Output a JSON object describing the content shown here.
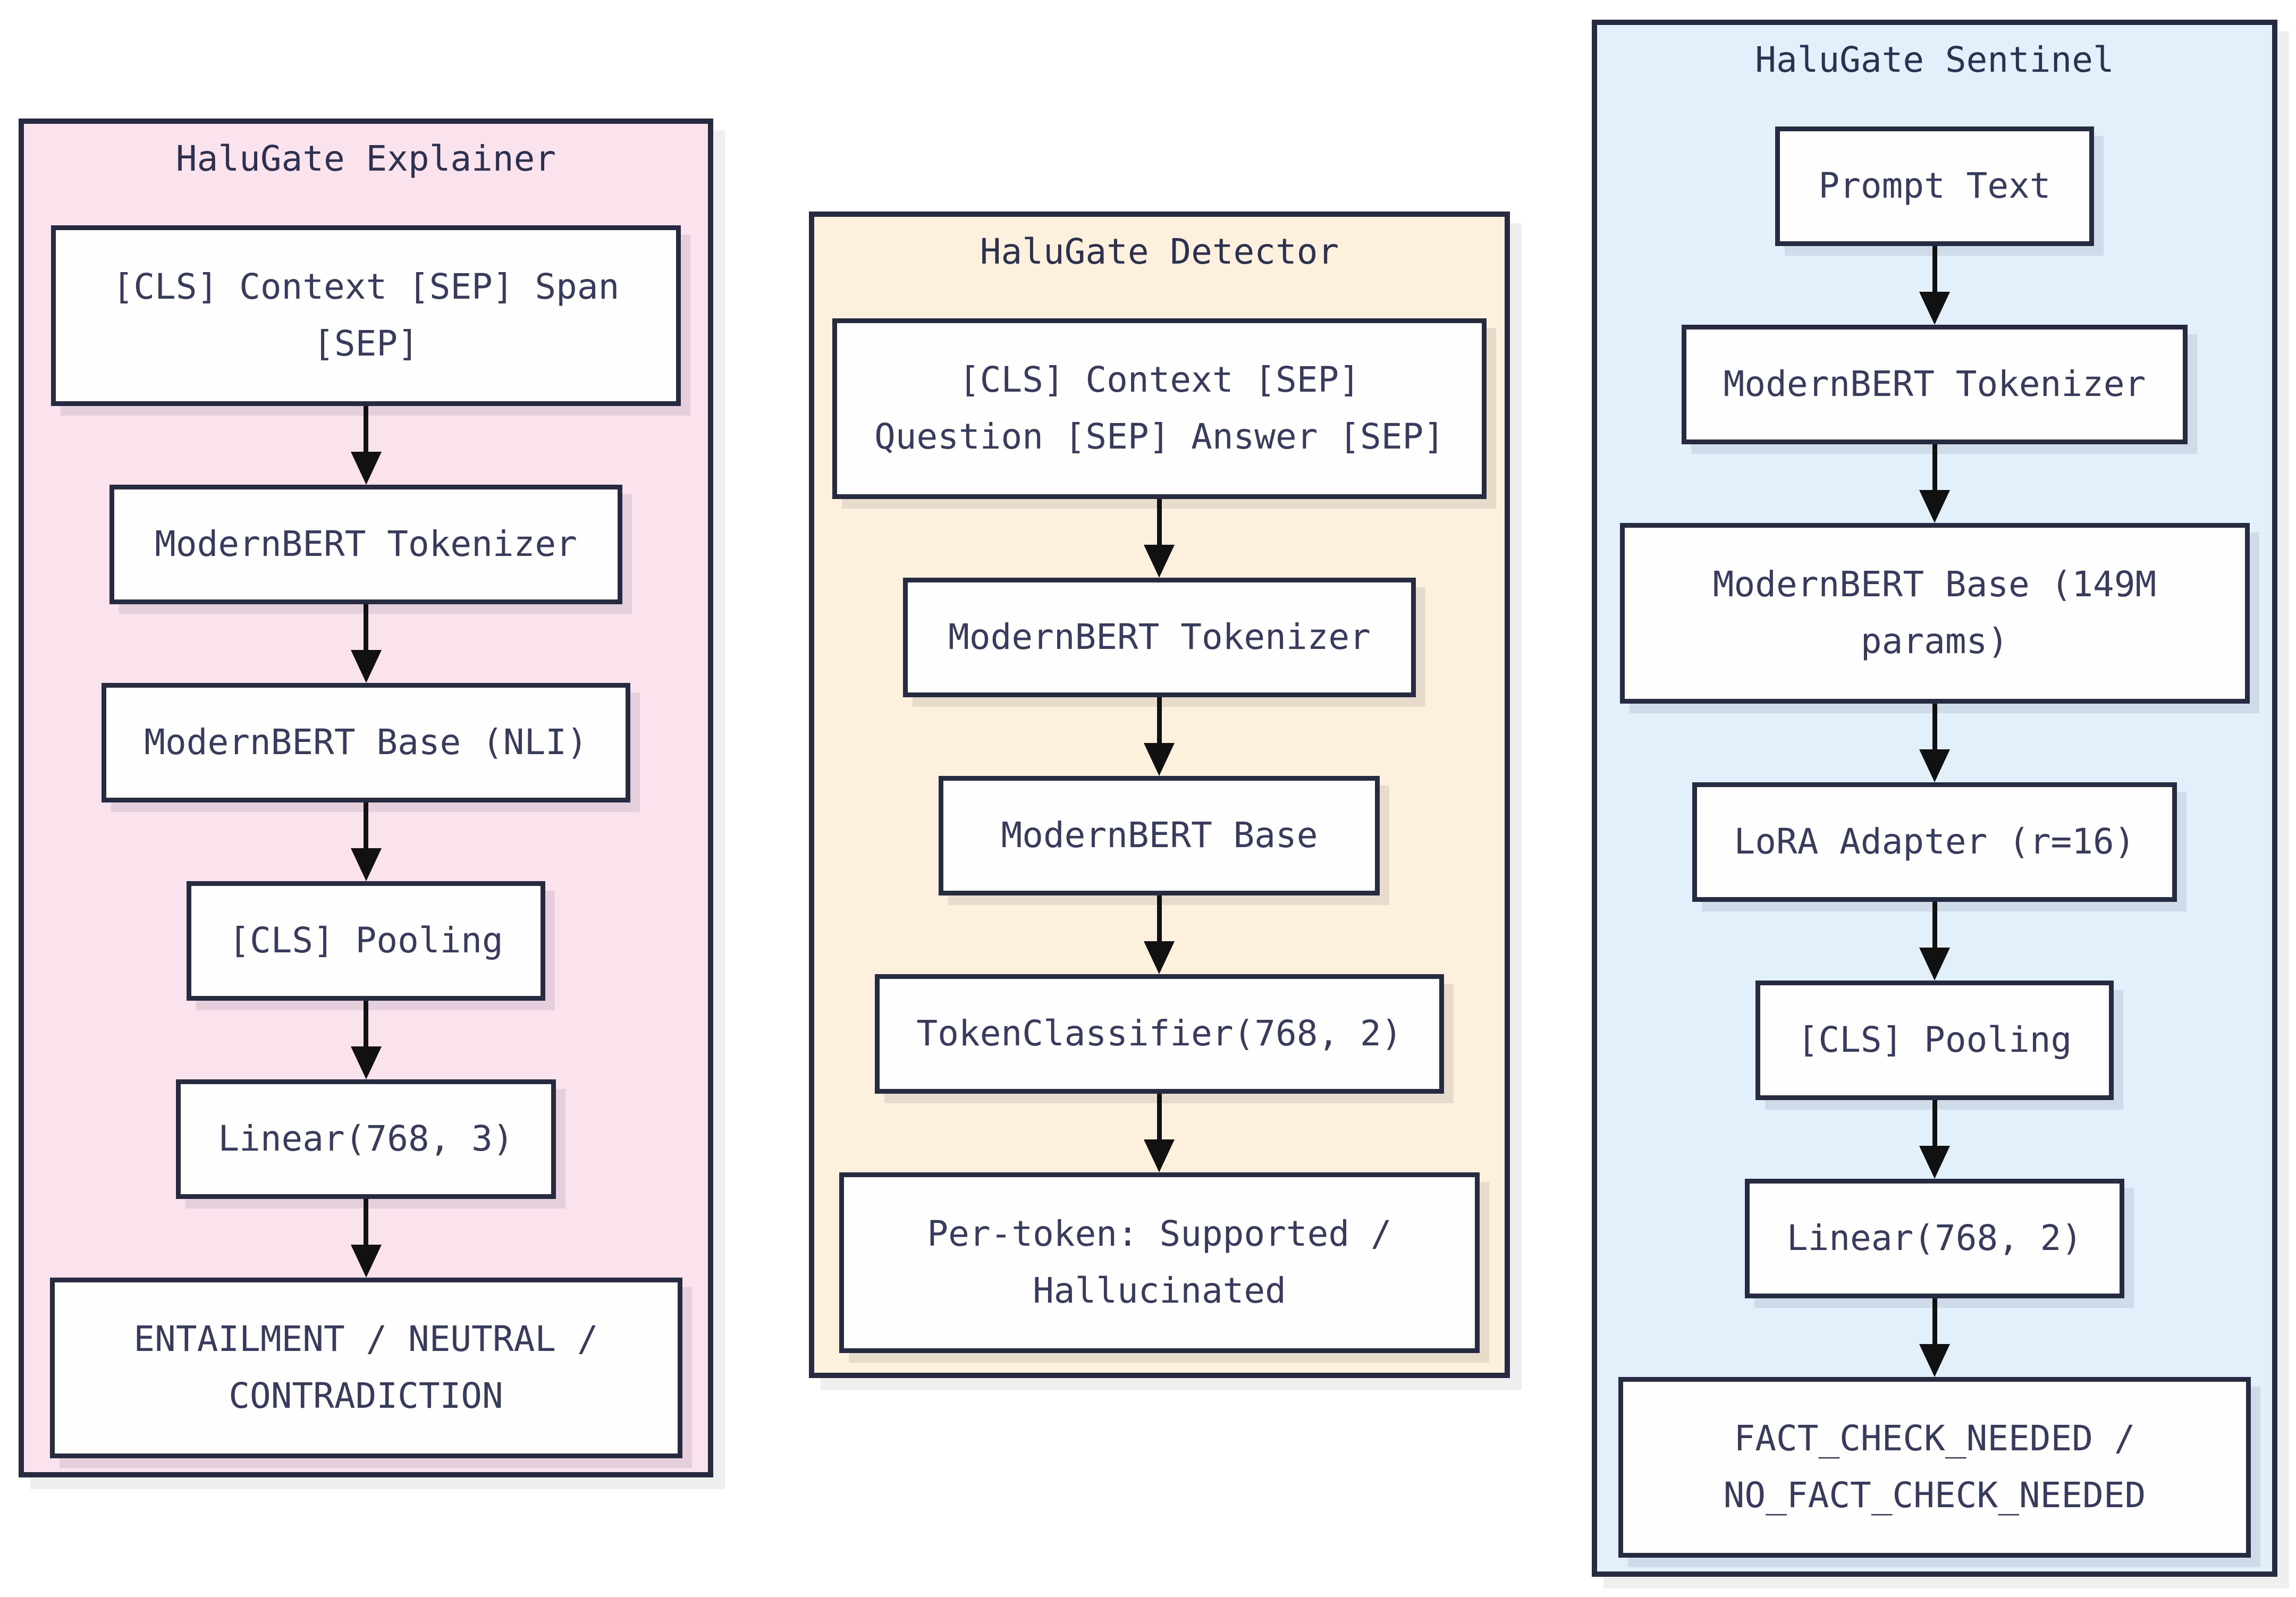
{
  "colors": {
    "page_bg": "#ffffff",
    "border_navy": "#262b42",
    "text_navy": "#373c5e",
    "arrow_black": "#111111",
    "node_bg": "#fefefe",
    "explainer_bg": "#fbe3ee",
    "detector_bg": "#fdf0dc",
    "sentinel_bg": "#e2f0fc",
    "group_shadow": "#efefef"
  },
  "columns": [
    {
      "title": "HaluGate Explainer",
      "nodes": [
        "[CLS] Context [SEP] Span\n[SEP]",
        "ModernBERT Tokenizer",
        "ModernBERT Base (NLI)",
        "[CLS] Pooling",
        "Linear(768, 3)",
        "ENTAILMENT / NEUTRAL /\nCONTRADICTION"
      ]
    },
    {
      "title": "HaluGate Detector",
      "nodes": [
        "[CLS] Context [SEP]\nQuestion [SEP] Answer [SEP]",
        "ModernBERT Tokenizer",
        "ModernBERT Base",
        "TokenClassifier(768, 2)",
        "Per-token: Supported /\nHallucinated"
      ]
    },
    {
      "title": "HaluGate Sentinel",
      "nodes": [
        "Prompt Text",
        "ModernBERT Tokenizer",
        "ModernBERT Base (149M\nparams)",
        "LoRA Adapter (r=16)",
        "[CLS] Pooling",
        "Linear(768, 2)",
        "FACT_CHECK_NEEDED /\nNO_FACT_CHECK_NEEDED"
      ]
    }
  ]
}
